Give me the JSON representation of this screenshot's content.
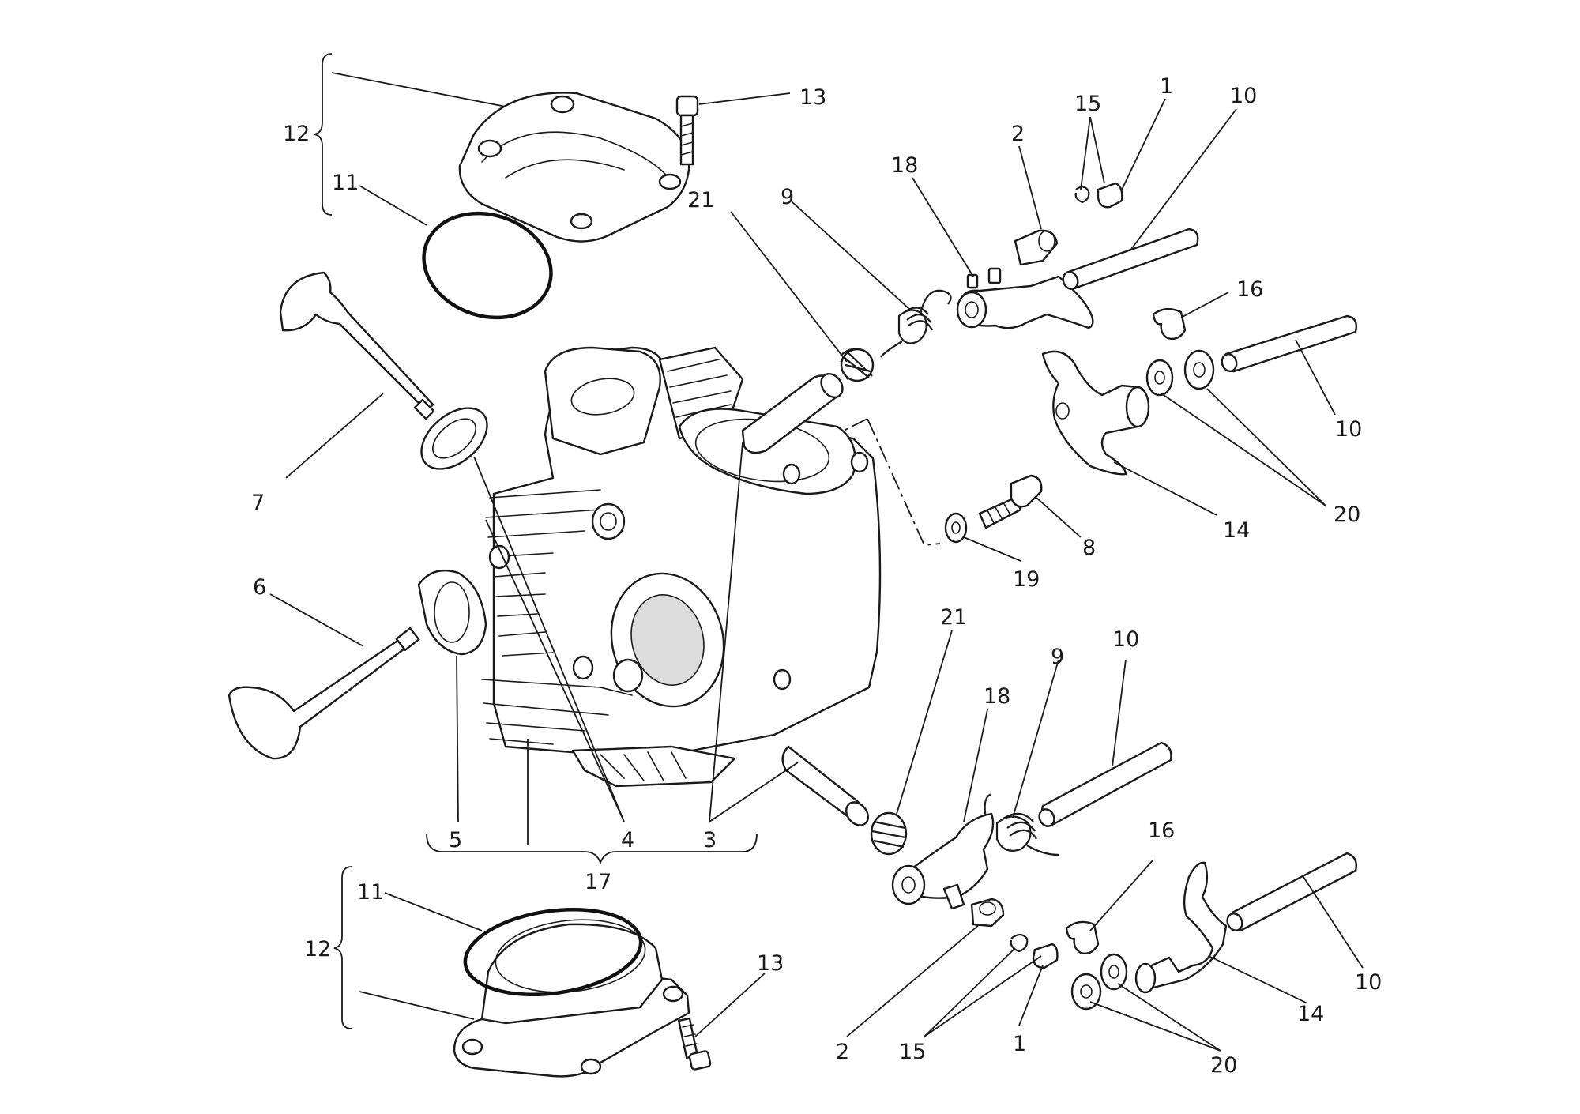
{
  "labels": {
    "l1_top": "1",
    "l1_bot": "1",
    "l2_top": "2",
    "l2_bot": "2",
    "l3": "3",
    "l4": "4",
    "l5": "5",
    "l6": "6",
    "l7": "7",
    "l8": "8",
    "l9_top": "9",
    "l9_bot": "9",
    "l10_a": "10",
    "l10_b": "10",
    "l10_c": "10",
    "l10_d": "10",
    "l11_top": "11",
    "l11_bot": "11",
    "l12_top": "12",
    "l12_bot": "12",
    "l13_top": "13",
    "l13_bot": "13",
    "l14_top": "14",
    "l14_bot": "14",
    "l15_top": "15",
    "l15_bot": "15",
    "l16_top": "16",
    "l16_bot": "16",
    "l17": "17",
    "l18_top": "18",
    "l18_bot": "18",
    "l19": "19",
    "l20_top": "20",
    "l20_bot": "20",
    "l21_top": "21",
    "l21_bot": "21"
  }
}
